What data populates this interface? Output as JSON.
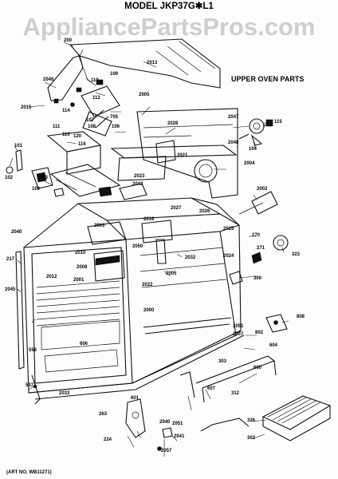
{
  "header": {
    "model_title": "MODEL JKP37G✱L1",
    "watermark": "AppliancePartsPros.com",
    "section_title": "UPPER OVEN PARTS"
  },
  "footer": {
    "art_number": "(ART NO. WB11271)"
  },
  "callouts": [
    "200",
    "2013",
    "2046",
    "110",
    "109",
    "2015",
    "114",
    "112",
    "107",
    "2005",
    "2028",
    "2047",
    "115",
    "705",
    "106",
    "111",
    "110",
    "108",
    "120",
    "116",
    "101",
    "102",
    "2021",
    "2048",
    "104",
    "2004",
    "103",
    "100",
    "2023",
    "2043",
    "2027",
    "2026",
    "2002",
    "2003",
    "2025",
    "2024",
    "2016",
    "2050",
    "2040",
    "2010",
    "2032",
    "2008",
    "2001",
    "270",
    "271",
    "323",
    "2005",
    "217",
    "2045",
    "300",
    "2012",
    "2022",
    "2051",
    "808",
    "2037",
    "802",
    "604",
    "303",
    "600",
    "607",
    "2000",
    "556",
    "606",
    "537",
    "2033",
    "601",
    "312",
    "263",
    "224",
    "2051",
    "2040",
    "2041",
    "2057",
    "326",
    "303"
  ]
}
